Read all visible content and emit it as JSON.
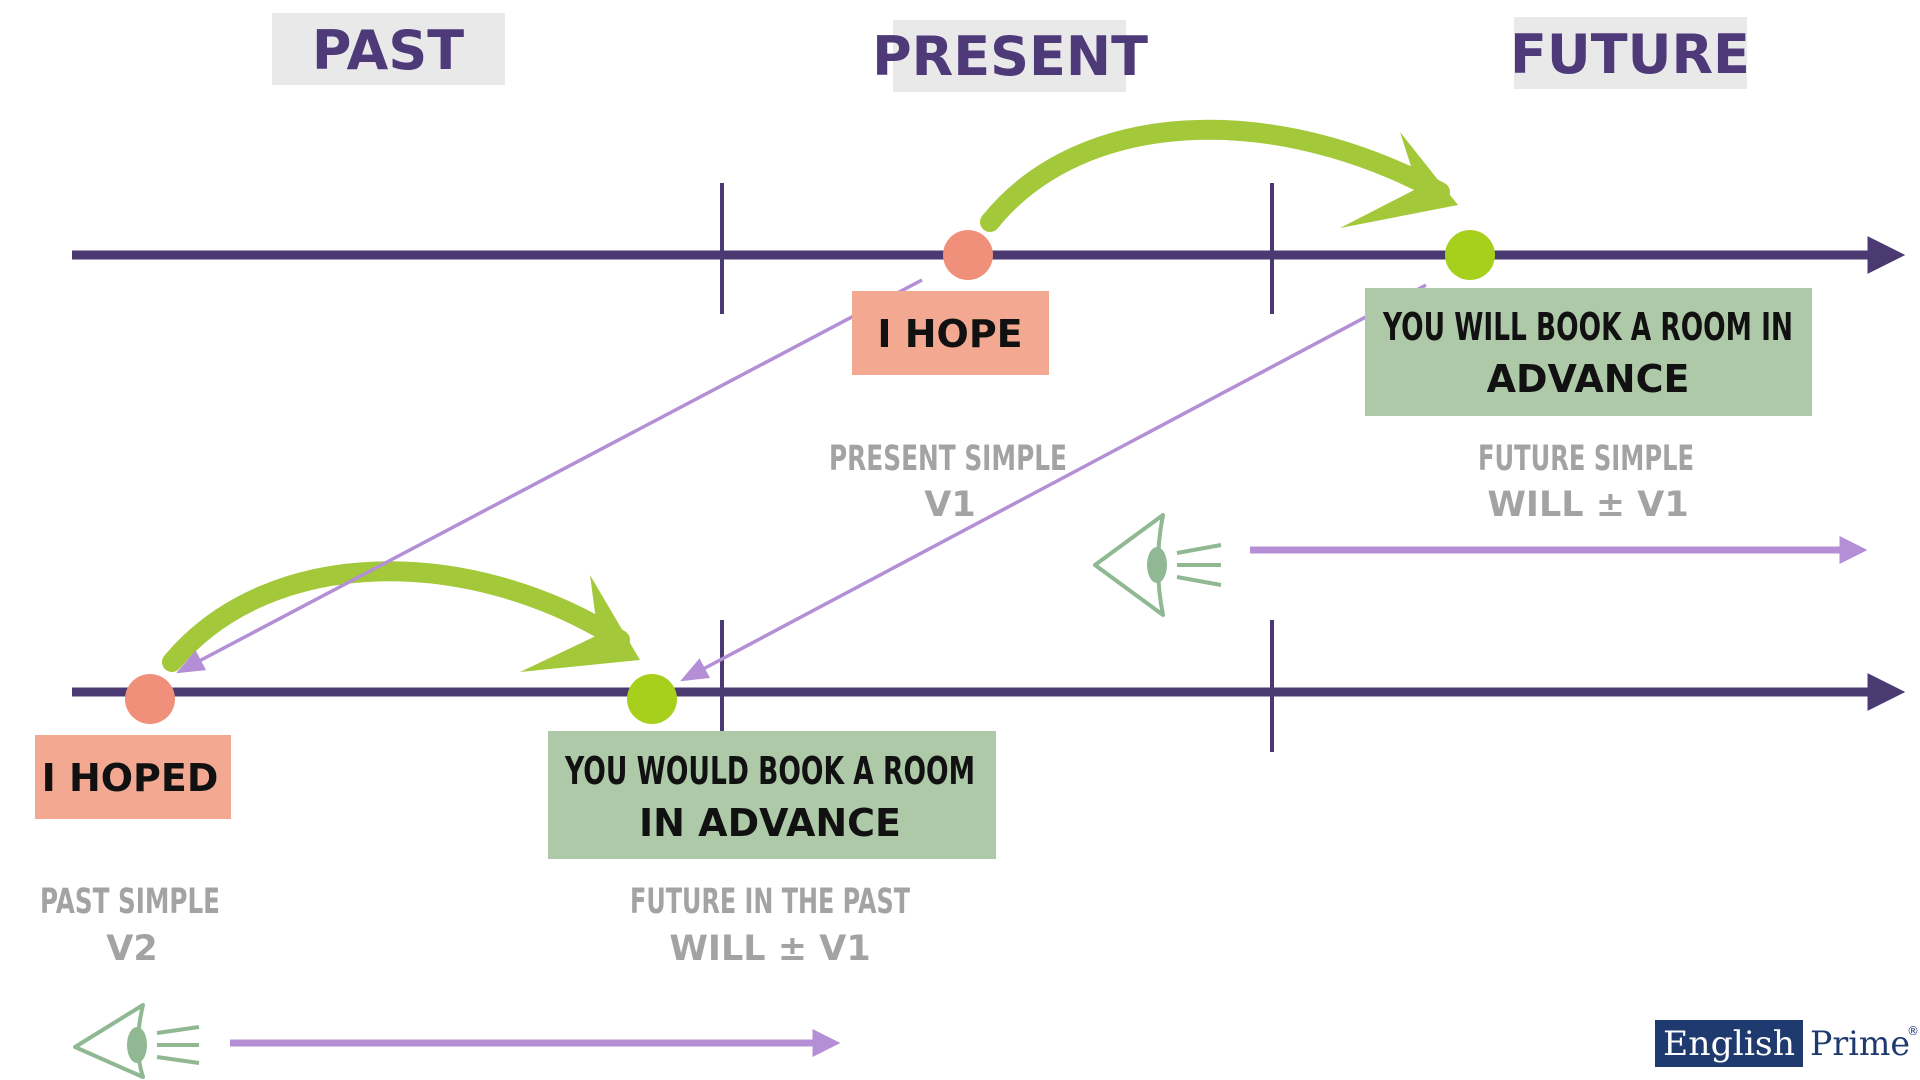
{
  "headers": {
    "past": "PAST",
    "present": "PRESENT",
    "future": "FUTURE"
  },
  "top_timeline": {
    "main_clause": "I HOPE",
    "main_tense_name": "PRESENT SIMPLE",
    "main_tense_form": "V1",
    "sub_clause_line1": "YOU WILL BOOK A ROOM IN",
    "sub_clause_line2": "ADVANCE",
    "sub_tense_name": "FUTURE SIMPLE",
    "sub_tense_form": "WILL ± V1"
  },
  "bottom_timeline": {
    "main_clause": "I HOPED",
    "main_tense_name": "PAST SIMPLE",
    "main_tense_form": "V2",
    "sub_clause_line1": "YOU WOULD BOOK A ROOM",
    "sub_clause_line2": "IN ADVANCE",
    "sub_tense_name": "FUTURE IN THE PAST",
    "sub_tense_form": "WILL ± V1"
  },
  "icons": {
    "eye": "eye-icon",
    "arrow": "arrow-right-icon"
  },
  "logo": {
    "part1": "English",
    "part2": "Prime",
    "reg": "®"
  },
  "colors": {
    "timeline": "#4b3a72",
    "header_bg": "#e9e9ea",
    "header_text": "#4e3a78",
    "main_dot": "#f0907a",
    "sub_dot": "#a6d01c",
    "main_box": "#f3a991",
    "sub_box": "#adc9a8",
    "green_arrow": "#a3c93b",
    "purple_arrow": "#b48fd6",
    "eye": "#8fb893",
    "tense_text": "#a3a3a3",
    "logo_blue": "#1f3a6e"
  }
}
